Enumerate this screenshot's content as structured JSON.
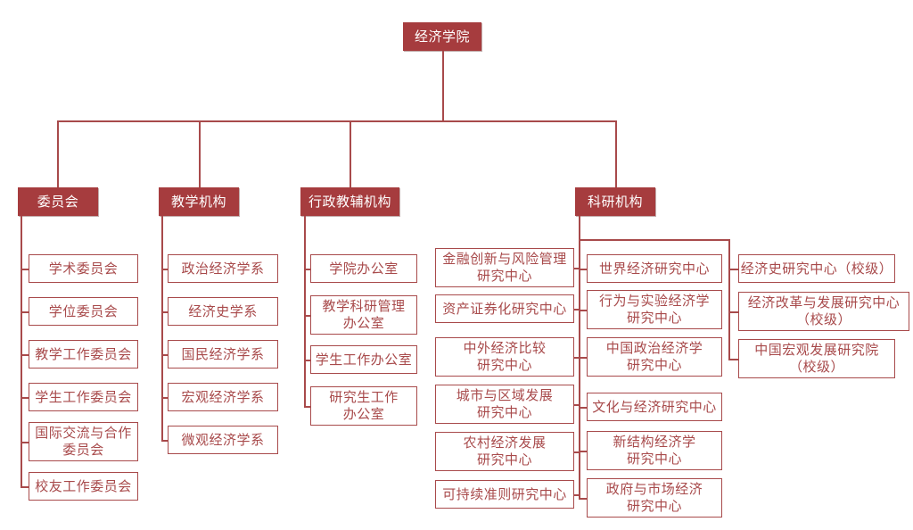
{
  "colors": {
    "node_fill": "#a63c3e",
    "node_text": "#ffffff",
    "line": "#a84a4b",
    "leaf_text": "#a84a4b",
    "background": "#ffffff"
  },
  "root": {
    "label": "经济学院"
  },
  "branches": [
    {
      "label": "委员会",
      "children": [
        {
          "label": "学术委员会"
        },
        {
          "label": "学位委员会"
        },
        {
          "label": "教学工作委员会"
        },
        {
          "label": "学生工作委员会"
        },
        {
          "label": "国际交流与合作\n委员会"
        },
        {
          "label": "校友工作委员会"
        }
      ]
    },
    {
      "label": "教学机构",
      "children": [
        {
          "label": "政治经济学系"
        },
        {
          "label": "经济史学系"
        },
        {
          "label": "国民经济学系"
        },
        {
          "label": "宏观经济学系"
        },
        {
          "label": "微观经济学系"
        }
      ]
    },
    {
      "label": "行政教辅机构",
      "children": [
        {
          "label": "学院办公室"
        },
        {
          "label": "教学科研管理\n办公室"
        },
        {
          "label": "学生工作办公室"
        },
        {
          "label": "研究生工作\n办公室"
        }
      ]
    },
    {
      "label": "科研机构",
      "columns": [
        [
          {
            "label": "金融创新与风险管理\n研究中心"
          },
          {
            "label": "资产证券化研究中心"
          },
          {
            "label": "中外经济比较\n研究中心"
          },
          {
            "label": "城市与区域发展\n研究中心"
          },
          {
            "label": "农村经济发展\n研究中心"
          },
          {
            "label": "可持续准则研究中心"
          }
        ],
        [
          {
            "label": "世界经济研究中心"
          },
          {
            "label": "行为与实验经济学\n研究中心"
          },
          {
            "label": "中国政治经济学\n研究中心"
          },
          {
            "label": "文化与经济研究中心"
          },
          {
            "label": "新结构经济学\n研究中心"
          },
          {
            "label": "政府与市场经济\n研究中心"
          }
        ],
        [
          {
            "label": "经济史研究中心（校级）"
          },
          {
            "label": "经济改革与发展研究中心\n（校级）"
          },
          {
            "label": "中国宏观发展研究院\n（校级）"
          }
        ]
      ]
    }
  ]
}
